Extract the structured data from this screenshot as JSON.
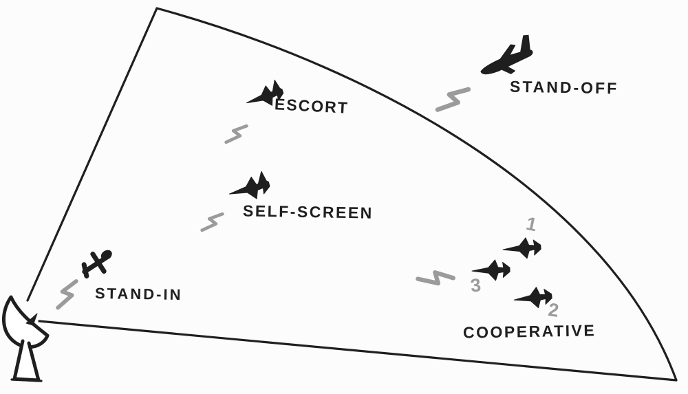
{
  "colors": {
    "ink": "#1f1f1f",
    "jam_gray": "#9b9b9b",
    "background": "#fcfcfc"
  },
  "radar": {
    "icon": "radar-dish-icon"
  },
  "sector": {
    "icon": "radar-coverage-sector"
  },
  "jammers": [
    {
      "label": "STAND-OFF",
      "icon": "large-aircraft-icon",
      "bolt": "jamming-bolt-icon"
    },
    {
      "label": "ESCORT",
      "icon": "fighter-jet-icon",
      "bolt": "jamming-bolt-icon"
    },
    {
      "label": "SELF-SCREEN",
      "icon": "fighter-jet-icon",
      "bolt": "jamming-bolt-icon"
    },
    {
      "label": "STAND-IN",
      "icon": "small-drone-icon",
      "bolt": "jamming-bolt-icon"
    },
    {
      "label": "COOPERATIVE",
      "icon": "fighter-jet-icon",
      "bolt": "jamming-bolt-icon",
      "formation_numbers": [
        "1",
        "2",
        "3"
      ]
    }
  ]
}
